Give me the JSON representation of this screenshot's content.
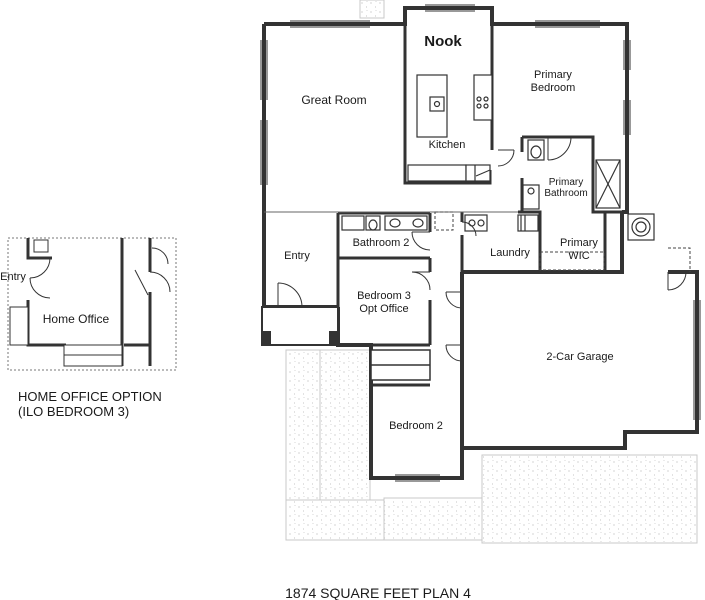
{
  "rooms": {
    "nook": "Nook",
    "great_room": "Great Room",
    "primary_bedroom": [
      "Primary",
      "Bedroom"
    ],
    "kitchen": "Kitchen",
    "primary_bathroom": [
      "Primary",
      "Bathroom"
    ],
    "bathroom_2": "Bathroom 2",
    "laundry": "Laundry",
    "primary_wic": [
      "Primary",
      "WIC"
    ],
    "entry": "Entry",
    "bedroom_3": [
      "Bedroom 3",
      "Opt Office"
    ],
    "garage": "2-Car Garage",
    "bedroom_2": "Bedroom 2"
  },
  "option": {
    "entry": "Entry",
    "home_office": "Home Office",
    "caption_line1": "HOME OFFICE OPTION",
    "caption_line2": "(ILO BEDROOM 3)"
  },
  "plan_caption": "1874 SQUARE FEET PLAN 4"
}
